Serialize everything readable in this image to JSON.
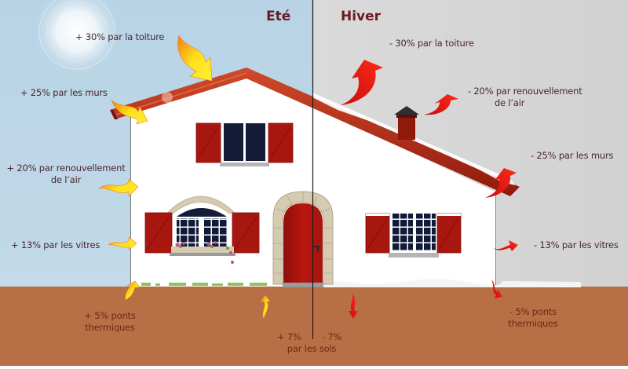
{
  "colors": {
    "summer_sky": "#bcd6e6",
    "winter_sky": "#d6d6d6",
    "ground": "#b86f46",
    "wall": "#ffffff",
    "roof": "#b22a14",
    "shutter": "#a8170f",
    "window_glass": "#121a3a",
    "stone": "#d6cbb0",
    "text": "#4a2630",
    "season_title": "#6b1a22",
    "summer_arrow": "#ffe11a",
    "winter_arrow": "#ee1111"
  },
  "titles": {
    "summer": "Eté",
    "winter": "Hiver"
  },
  "summer": {
    "roof": "+ 30% par la toiture",
    "walls": "+ 25% par les murs",
    "air_line1": "+ 20% par renouvellement",
    "air_line2": "de l’air",
    "windows": "+ 13% par les vitres",
    "bridges_line1": "+ 5% ponts",
    "bridges_line2": "thermiques",
    "floor": "+ 7%"
  },
  "winter": {
    "roof": "- 30% par la toiture",
    "air_line1": "- 20% par renouvellement",
    "air_line2": "de l’air",
    "walls": "- 25% par les murs",
    "windows": "- 13% par les vitres",
    "bridges_line1": "- 5% ponts",
    "bridges_line2": "thermiques",
    "floor": "- 7%"
  },
  "floor_caption": "par les sols"
}
